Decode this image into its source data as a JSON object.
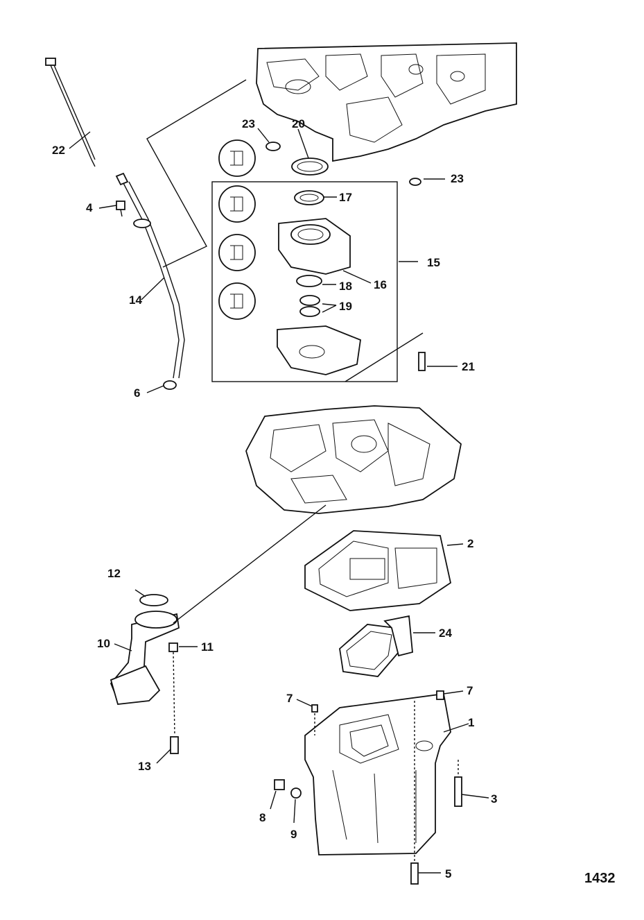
{
  "figure_number": "1432",
  "callouts": {
    "c1": "1",
    "c2": "2",
    "c3": "3",
    "c4": "4",
    "c5": "5",
    "c6": "6",
    "c7a": "7",
    "c7b": "7",
    "c8": "8",
    "c9": "9",
    "c10": "10",
    "c11": "11",
    "c12": "12",
    "c13": "13",
    "c14": "14",
    "c15": "15",
    "c16": "16",
    "c17": "17",
    "c18": "18",
    "c19": "19",
    "c20": "20",
    "c21": "21",
    "c22": "22",
    "c23a": "23",
    "c23b": "23",
    "c24": "24"
  }
}
